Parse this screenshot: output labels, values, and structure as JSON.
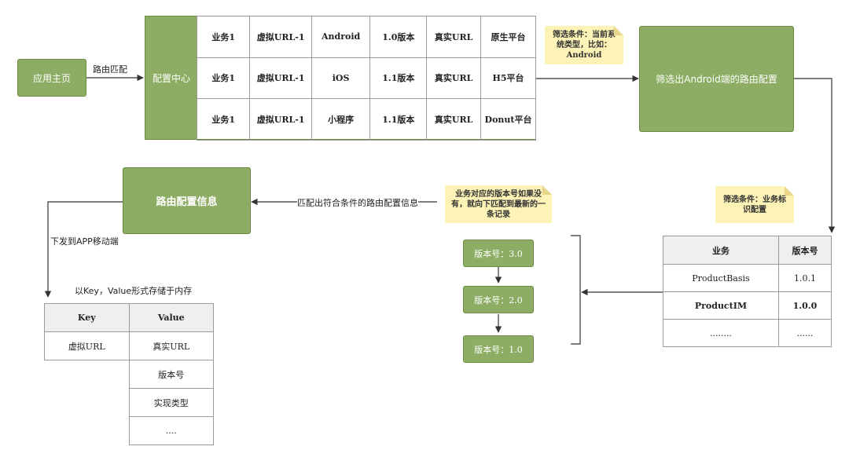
{
  "nodes": {
    "home": "应用主页",
    "config_center": "配置中心",
    "filter_android": "筛选出Android端的路由配置",
    "route_info": "路由配置信息",
    "v3": "版本号：3.0",
    "v2": "版本号：2.0",
    "v1": "版本号：1.0"
  },
  "edges": {
    "route_match": "路由匹配",
    "match_out": "匹配出符合条件的路由配置信息",
    "deliver": "下发到APP移动端"
  },
  "notes": {
    "filter_system": "筛选条件：当前系统类型，比如：Android",
    "filter_business": "筛选条件：业务标识配置",
    "version_rule": "业务对应的版本号如果没有，就向下匹配到最新的一条记录"
  },
  "config_table": {
    "rows": [
      [
        "业务1",
        "虚拟URL-1",
        "Android",
        "1.0版本",
        "真实URL",
        "原生平台"
      ],
      [
        "业务1",
        "虚拟URL-1",
        "iOS",
        "1.1版本",
        "真实URL",
        "H5平台"
      ],
      [
        "业务1",
        "虚拟URL-1",
        "小程序",
        "1.1版本",
        "真实URL",
        "Donut平台"
      ]
    ]
  },
  "business_table": {
    "headers": [
      "业务",
      "版本号"
    ],
    "rows": [
      [
        "ProductBasis",
        "1.0.1"
      ],
      [
        "ProductIM",
        "1.0.0"
      ],
      [
        "........",
        "......"
      ]
    ]
  },
  "kv": {
    "caption": "以Key，Value形式存储于内存",
    "headers": [
      "Key",
      "Value"
    ],
    "key_cell": "虚拟URL",
    "values": [
      "真实URL",
      "版本号",
      "实现类型",
      "...."
    ]
  }
}
